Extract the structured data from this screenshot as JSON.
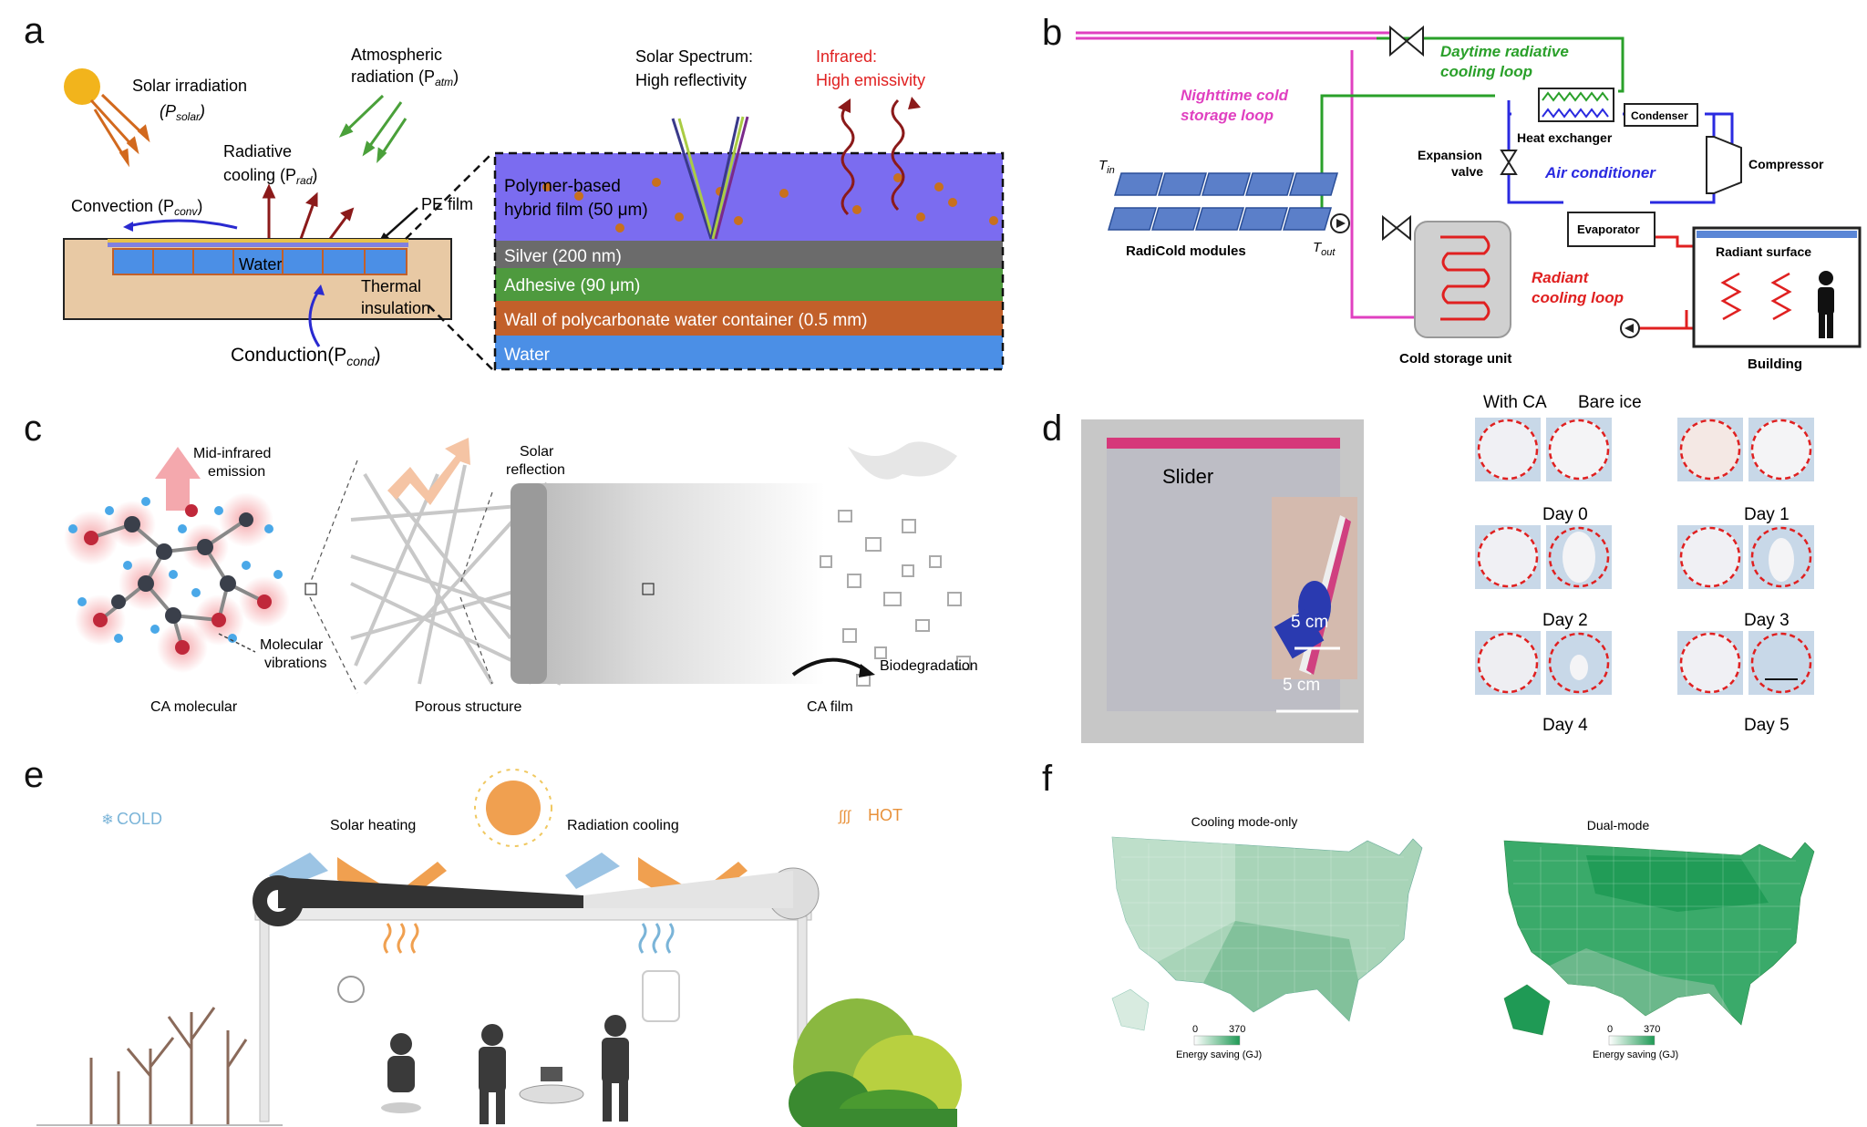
{
  "labels": {
    "a": "a",
    "b": "b",
    "c": "c",
    "d": "d",
    "e": "e",
    "f": "f"
  },
  "a": {
    "solar_irradiation": "Solar irradiation",
    "p_solar": "(P",
    "p_solar_sub": "solar",
    "atm_radiation": "Atmospheric",
    "atm_radiation2": "radiation (P",
    "p_atm_sub": "atm",
    "radiative_cooling": "Radiative",
    "radiative_cooling2": "cooling (P",
    "p_rad_sub": "rad",
    "convection": "Convection (P",
    "p_conv_sub": "conv",
    "pe_film": "PE film",
    "water": "Water",
    "thermal": "Thermal",
    "insulation": "insulation",
    "conduction": "Conduction(P",
    "p_cond_sub": "cond",
    "solar_spectrum": "Solar Spectrum:",
    "high_reflectivity": "High reflectivity",
    "infrared": "Infrared:",
    "high_emissivity": "High emissivity",
    "polymer1": "Polymer-based",
    "polymer2": "hybrid film (50 μm)",
    "silver": "Silver (200 nm)",
    "adhesive": "Adhesive (90 μm)",
    "wall": "Wall of polycarbonate water container (0.5 mm)",
    "water_layer": "Water",
    "close_paren": ")"
  },
  "b": {
    "nighttime1": "Nighttime cold",
    "nighttime2": "storage loop",
    "daytime1": "Daytime radiative",
    "daytime2": "cooling loop",
    "condenser": "Condenser",
    "heat_exchanger": "Heat exchanger",
    "expansion1": "Expansion",
    "expansion2": "valve",
    "air_conditioner": "Air conditioner",
    "compressor": "Compressor",
    "evaporator": "Evaporator",
    "radicold": "RadiCold modules",
    "t_in": "T",
    "t_in_sub": "in",
    "t_out": "T",
    "t_out_sub": "out",
    "radiant_surface": "Radiant surface",
    "radiant1": "Radiant",
    "radiant2": "cooling loop",
    "cold_storage": "Cold storage unit",
    "building": "Building"
  },
  "c": {
    "mid_ir1": "Mid-infrared",
    "mid_ir2": "emission",
    "solar1": "Solar",
    "solar2": "reflection",
    "molecular1": "Molecular",
    "molecular2": "vibrations",
    "biodegradation": "Biodegradation",
    "ca_molecular": "CA molecular",
    "porous": "Porous structure",
    "ca_film": "CA film"
  },
  "d": {
    "slider": "Slider",
    "scale_inset": "5 cm",
    "scale_main": "5 cm",
    "with_ca": "With CA",
    "bare_ice": "Bare ice",
    "days": [
      "Day 0",
      "Day 1",
      "Day 2",
      "Day 3",
      "Day 4",
      "Day 5"
    ]
  },
  "e": {
    "cold": "COLD",
    "hot": "HOT",
    "solar_heating": "Solar heating",
    "radiation_cooling": "Radiation cooling"
  },
  "f": {
    "cooling_only": "Cooling mode-only",
    "dual_mode": "Dual-mode",
    "scale_min": "0",
    "scale_max": "370",
    "energy_saving": "Energy saving (GJ)"
  },
  "colors": {
    "polymer": "#7b6cf0",
    "silver": "#6b6b6b",
    "adhesive": "#4e9a3e",
    "wall": "#c2602a",
    "water": "#4b8fe6",
    "magenta": "#e040c0",
    "green": "#2aa02a",
    "blue": "#2a2ae0",
    "red": "#e02020",
    "map_light": "#d8ebe0",
    "map_dark": "#1f9a55"
  }
}
